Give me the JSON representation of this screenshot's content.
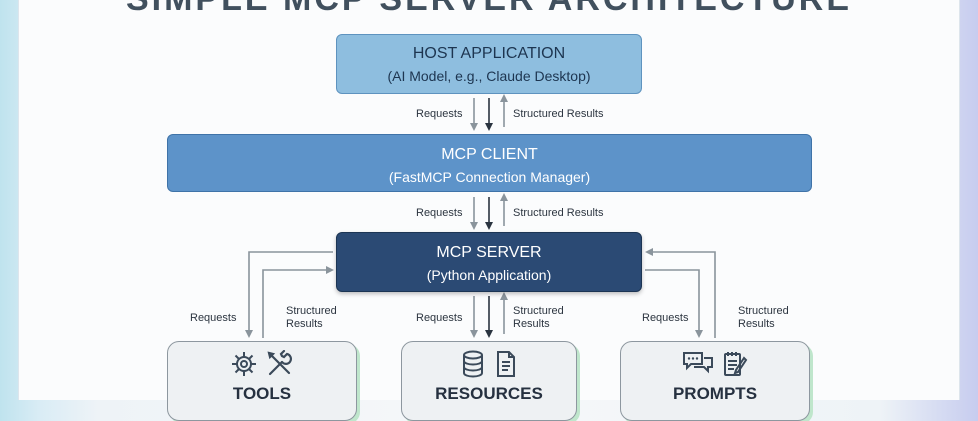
{
  "title": "SIMPLE MCP SERVER ARCHITECTURE",
  "host": {
    "name": "HOST APPLICATION",
    "detail": "(AI Model, e.g., Claude Desktop)"
  },
  "client": {
    "name": "MCP CLIENT",
    "detail": "(FastMCP Connection Manager)"
  },
  "server": {
    "name": "MCP SERVER",
    "detail": "(Python Application)"
  },
  "capabilities": [
    {
      "name": "TOOLS",
      "icons": [
        "gear-icon",
        "wrench-screwdriver-icon"
      ]
    },
    {
      "name": "RESOURCES",
      "icons": [
        "database-icon",
        "document-icon"
      ]
    },
    {
      "name": "PROMPTS",
      "icons": [
        "chat-bubbles-icon",
        "notepad-icon"
      ]
    }
  ],
  "flow_labels": {
    "requests": "Requests",
    "structured_results": "Structured Results",
    "structured": "Structured",
    "results": "Results"
  },
  "colors": {
    "host": "#8ebedf",
    "client": "#5d93c9",
    "server": "#2b4a74",
    "capability": "#eef1f3",
    "accent_shadow": "#bfe6cc"
  }
}
